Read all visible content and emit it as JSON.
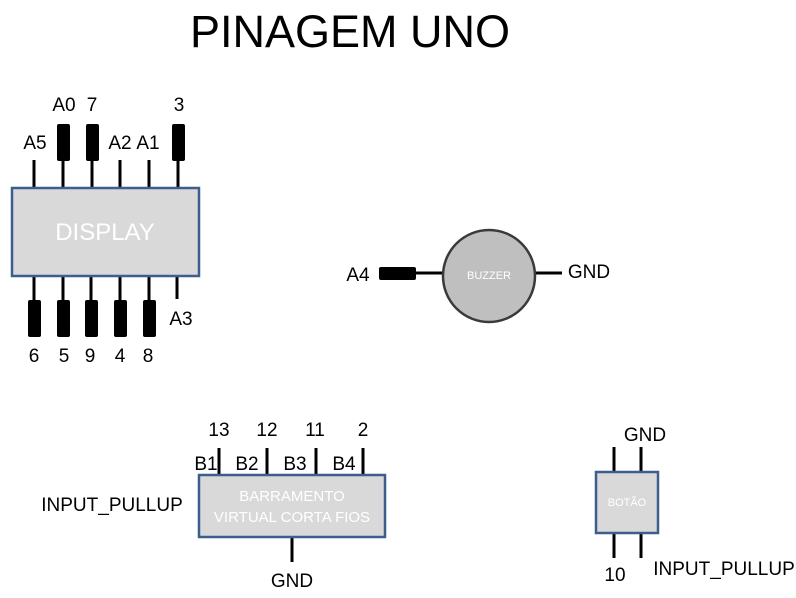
{
  "title": "PINAGEM UNO",
  "colors": {
    "box_fill": "#d9d9d9",
    "box_stroke": "#3b5e8c",
    "pin": "#000000",
    "buzzer_fill": "#bfbfbf"
  },
  "display": {
    "label": "DISPLAY",
    "top_pins": [
      "A5",
      "A0",
      "7",
      "A2",
      "A1",
      "3"
    ],
    "bottom_pins": [
      "6",
      "5",
      "9",
      "4",
      "8",
      "A3"
    ]
  },
  "buzzer": {
    "label": "BUZZER",
    "left_pin": "A4",
    "right_pin": "GND"
  },
  "bus": {
    "label_line1": "BARRAMENTO",
    "label_line2": "VIRTUAL CORTA FIOS",
    "pins": [
      {
        "arduino": "13",
        "name": "B1"
      },
      {
        "arduino": "12",
        "name": "B2"
      },
      {
        "arduino": "11",
        "name": "B3"
      },
      {
        "arduino": "2",
        "name": "B4"
      }
    ],
    "side_label": "INPUT_PULLUP",
    "bottom_label": "GND"
  },
  "button": {
    "label": "BOTÃO",
    "top_label": "GND",
    "bottom_left_label": "10",
    "bottom_right_label": "INPUT_PULLUP"
  }
}
